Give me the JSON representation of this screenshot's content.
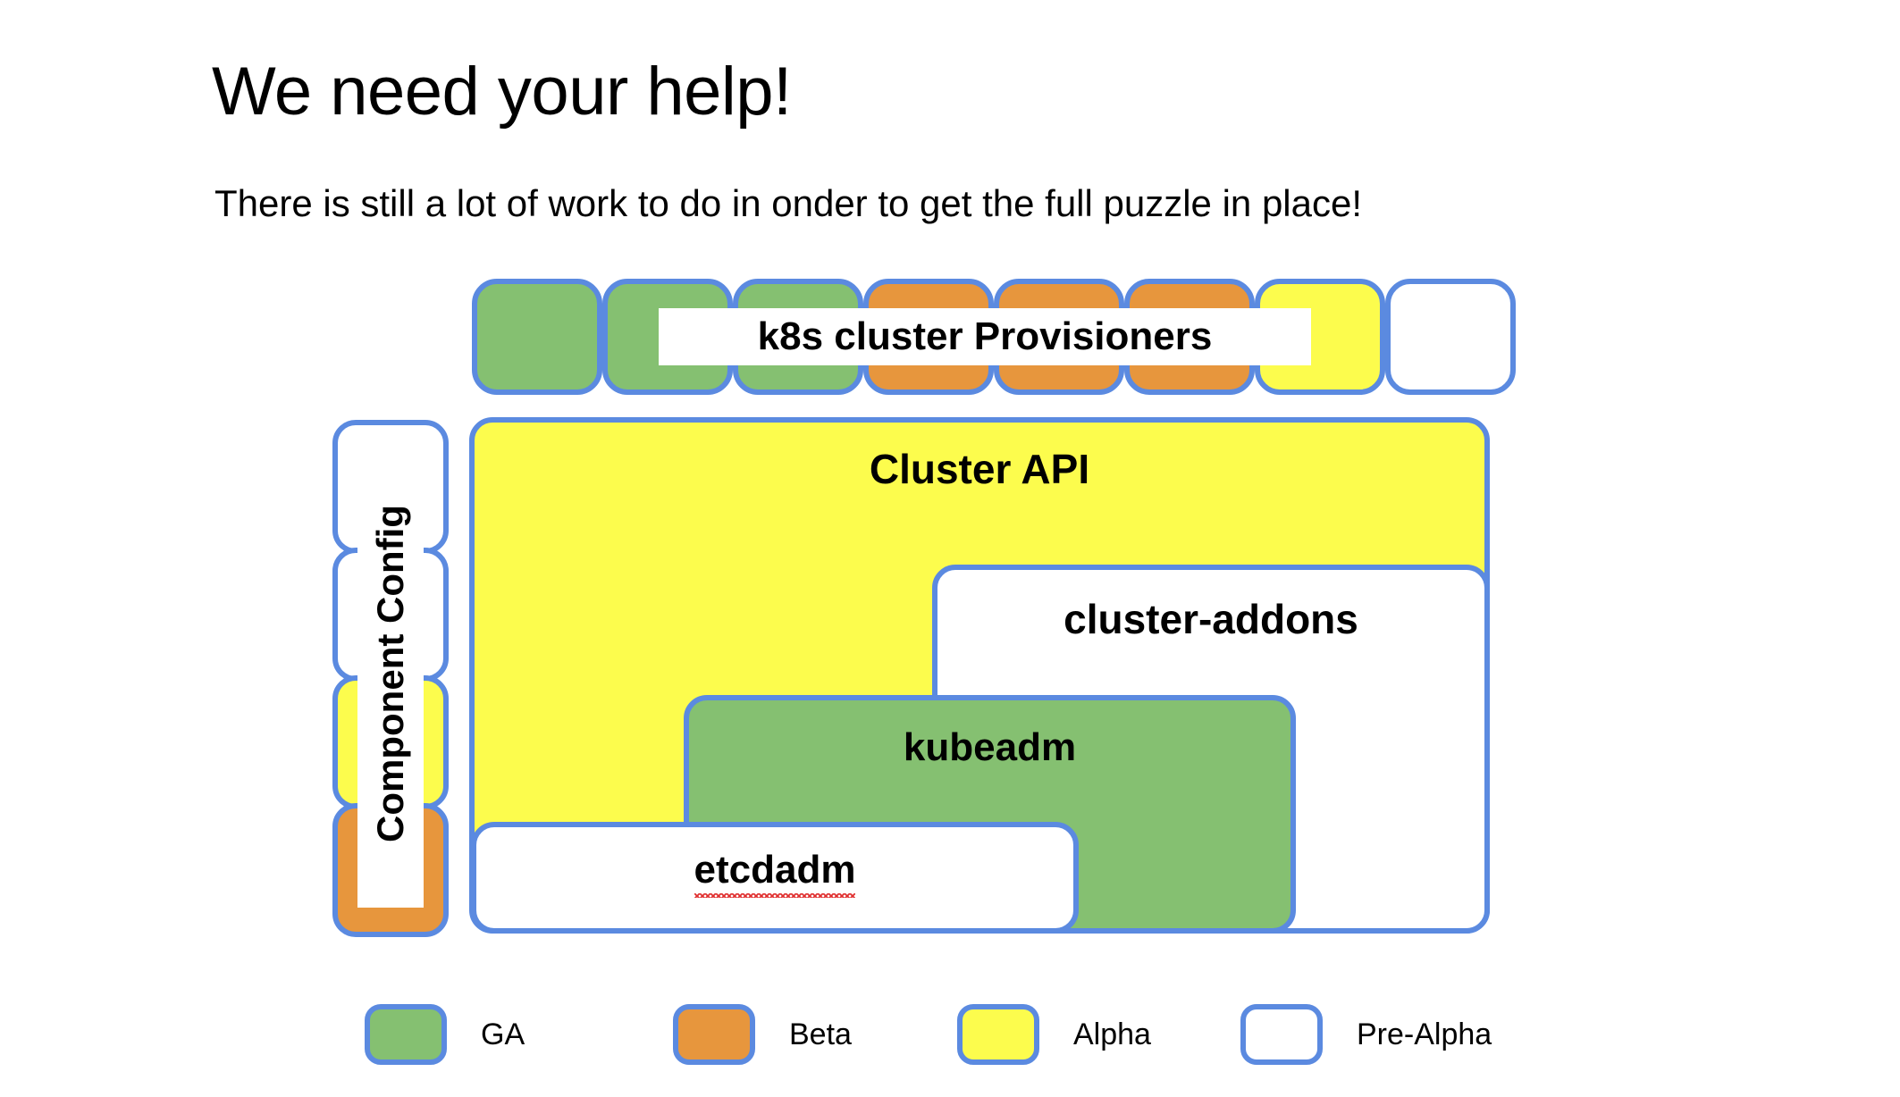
{
  "slide": {
    "title": "We need your help!",
    "subtitle": "There is still a lot of work to do in onder to get the full puzzle in place!"
  },
  "colors": {
    "border": "#5b8ae0",
    "ga": "#85c071",
    "beta": "#e7963d",
    "alpha": "#fcfc4d",
    "pre_alpha": "#ffffff",
    "text": "#000000",
    "spellcheck_underline": "#e03030"
  },
  "provisioners": {
    "caption": "k8s cluster Provisioners",
    "cells": [
      {
        "name": "provisioner-cell-1",
        "status": "GA"
      },
      {
        "name": "provisioner-cell-2",
        "status": "GA"
      },
      {
        "name": "provisioner-cell-3",
        "status": "GA"
      },
      {
        "name": "provisioner-cell-4",
        "status": "Beta"
      },
      {
        "name": "provisioner-cell-5",
        "status": "Beta"
      },
      {
        "name": "provisioner-cell-6",
        "status": "Beta"
      },
      {
        "name": "provisioner-cell-7",
        "status": "Alpha"
      },
      {
        "name": "provisioner-cell-8",
        "status": "Pre-Alpha"
      }
    ]
  },
  "component_config": {
    "caption": "Component Config",
    "cells": [
      {
        "name": "component-config-cell-1",
        "status": "Pre-Alpha"
      },
      {
        "name": "component-config-cell-2",
        "status": "Pre-Alpha"
      },
      {
        "name": "component-config-cell-3",
        "status": "Alpha"
      },
      {
        "name": "component-config-cell-4",
        "status": "Beta"
      }
    ]
  },
  "stack": {
    "cluster_api": {
      "label": "Cluster API",
      "status": "Alpha"
    },
    "cluster_addons": {
      "label": "cluster-addons",
      "status": "Pre-Alpha"
    },
    "kubeadm": {
      "label": "kubeadm",
      "status": "GA"
    },
    "etcdadm": {
      "label": "etcdadm",
      "status": "Pre-Alpha"
    }
  },
  "legend": {
    "items": [
      {
        "label": "GA",
        "color": "#85c071"
      },
      {
        "label": "Beta",
        "color": "#e7963d"
      },
      {
        "label": "Alpha",
        "color": "#fcfc4d"
      },
      {
        "label": "Pre-Alpha",
        "color": "#ffffff"
      }
    ]
  }
}
